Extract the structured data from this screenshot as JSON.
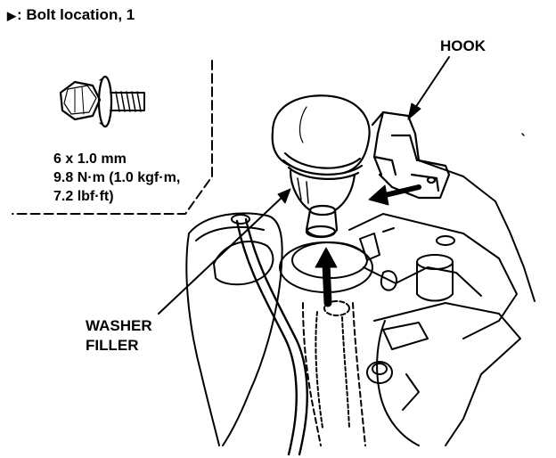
{
  "legend": {
    "marker": "▶",
    "text": ": Bolt location, 1"
  },
  "bolt_spec": {
    "size": "6 x 1.0 mm",
    "torque_line1": "9.8 N·m (1.0 kgf·m,",
    "torque_line2": "7.2 lbf·ft)"
  },
  "labels": {
    "hook": "HOOK",
    "washer_filler_line1": "WASHER",
    "washer_filler_line2": "FILLER"
  },
  "colors": {
    "ink": "#000000",
    "paper": "#ffffff"
  }
}
